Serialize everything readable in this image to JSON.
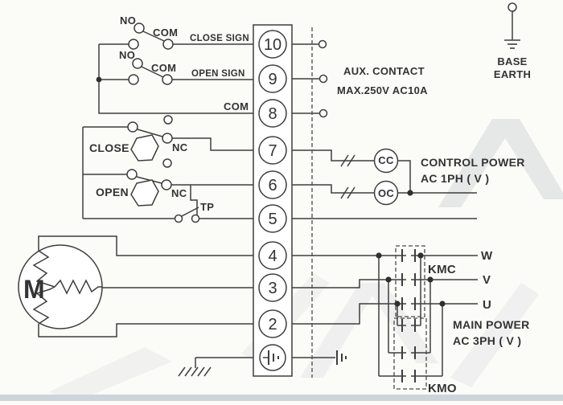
{
  "aux_contacts": {
    "close_sign_switch": {
      "no": "NO",
      "com": "COM",
      "signal": "CLOSE SIGN"
    },
    "open_sign_switch": {
      "no": "NO",
      "com": "COM",
      "signal": "OPEN SIGN"
    },
    "common_label": "COM",
    "note_line1": "AUX. CONTACT",
    "note_line2": "MAX.250V AC10A"
  },
  "limit_switches": {
    "close": {
      "name": "CLOSE",
      "contact": "NC"
    },
    "open": {
      "name": "OPEN",
      "contact": "NC"
    },
    "thermal_protector": "TP"
  },
  "motor": {
    "label": "M"
  },
  "terminal_block": {
    "numbers": [
      "10",
      "9",
      "8",
      "7",
      "6",
      "5",
      "4",
      "3",
      "2"
    ]
  },
  "control_power": {
    "close_coil": "CC",
    "open_coil": "OC",
    "line1": "CONTROL POWER",
    "line2": "AC 1PH ( V )"
  },
  "main_power": {
    "line1": "MAIN POWER",
    "line2": "AC 3PH ( V )",
    "phase_w": "W",
    "phase_v": "V",
    "phase_u": "U",
    "close_contactor": "KMC",
    "open_contactor": "KMO"
  },
  "base_earth": {
    "line1": "BASE",
    "line2": "EARTH"
  },
  "colors": {
    "line": "#3e3e3e",
    "background": "#fbfbf8",
    "watermark": "#b7bcc2",
    "bottom_band": "#cdd4da"
  }
}
